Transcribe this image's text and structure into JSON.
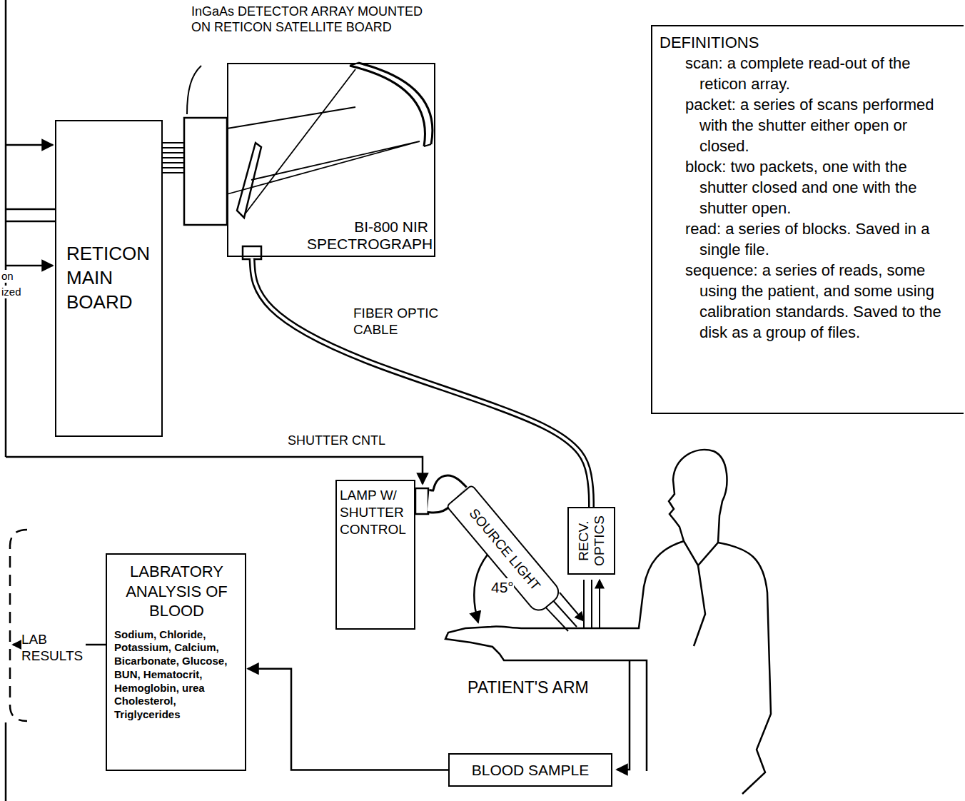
{
  "diagram": {
    "nodes": [
      {
        "text": [
          "RETICON MAIN BOARD"
        ]
      },
      {
        "text": [
          "BI-800 NIR SPECTROGRAPH"
        ]
      },
      {
        "text": [
          "DEFINITIONS",
          "scan: a complete read-out of the reticon array.",
          "packet: a series of scans performed with the shutter either open or closed.",
          "block: two packets, one with the shutter closed and one with the shutter open.",
          "read: a series of blocks. Saved in a single file.",
          "sequence: a series of reads, some using the patient, and some using calibration standards. Saved to the disk as a group of files."
        ]
      },
      {
        "text": [
          "LAMP W/ SHUTTER CONTROL"
        ]
      },
      {
        "text": [
          "SOURCE LIGHT"
        ]
      },
      {
        "text": [
          "RECV. OPTICS"
        ]
      },
      {
        "text": [
          "LABRATORY ANALYSIS OF BLOOD",
          "Sodium, Chloride, Potassium, Calcium, Bicarbonate, Glucose, BUN, Hematocrit, Hemoglobin, urea Cholesterol, Triglycerides"
        ]
      },
      {
        "text": [
          "BLOOD SAMPLE"
        ]
      }
    ],
    "edges": [
      {
        "from": 1,
        "to": 5,
        "arrow": "none"
      },
      {
        "from": 3,
        "to": 4,
        "arrow": "none"
      },
      {
        "from": 7,
        "to": 6,
        "arrow": "to"
      }
    ],
    "labels": [
      "InGaAs DETECTOR ARRAY MOUNTED ON RETICON SATELLITE BOARD",
      "FIBER OPTIC CABLE",
      "SHUTTER CNTL",
      "45°",
      "PATIENT'S ARM",
      "LAB RESULTS",
      "on",
      "ized"
    ]
  }
}
